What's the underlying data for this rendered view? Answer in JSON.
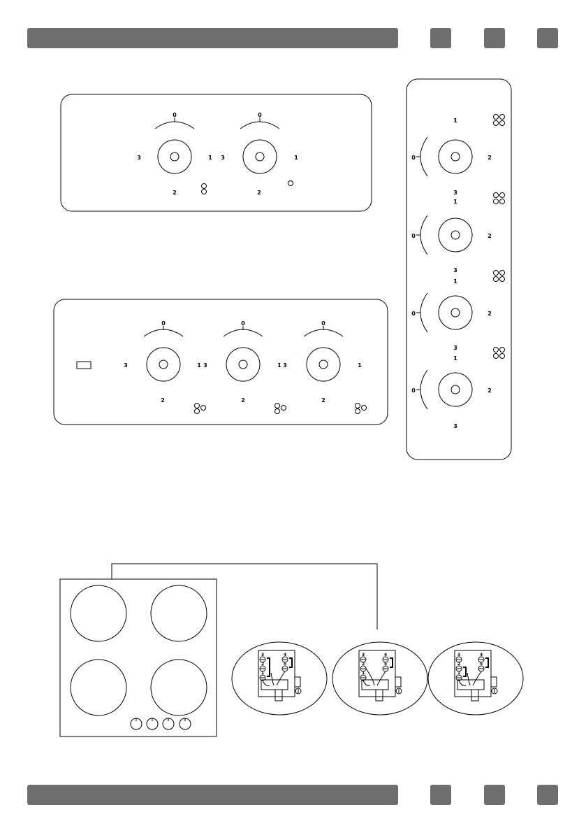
{
  "colors": {
    "bar": "#6e6e6e",
    "line": "#000000",
    "background": "#ffffff"
  },
  "panel_two_knobs": {
    "knobs": [
      {
        "top": "0",
        "left": "3",
        "right": "1",
        "bottom": "2"
      },
      {
        "top": "0",
        "left": "3",
        "right": "1",
        "bottom": "2"
      }
    ]
  },
  "panel_three_knobs": {
    "knobs": [
      {
        "top": "0",
        "left": "3",
        "right": "1",
        "bottom": "2"
      },
      {
        "top": "0",
        "left": "3",
        "right": "1",
        "bottom": "2"
      },
      {
        "top": "0",
        "left": "3",
        "right": "1",
        "bottom": "2"
      }
    ]
  },
  "panel_vertical": {
    "knobs": [
      {
        "top": "1",
        "left": "0",
        "right": "2",
        "bottom": "3"
      },
      {
        "top": "1",
        "left": "0",
        "right": "2",
        "bottom": "3"
      },
      {
        "top": "1",
        "left": "0",
        "right": "2",
        "bottom": "3"
      },
      {
        "top": "1",
        "left": "0",
        "right": "2",
        "bottom": "3"
      }
    ]
  },
  "terminal_blocks": [
    {
      "terminals": [
        "3",
        "4",
        "2",
        "5",
        "1"
      ]
    },
    {
      "terminals": [
        "3",
        "4",
        "2",
        "5",
        "1"
      ]
    },
    {
      "terminals": [
        "3",
        "4",
        "2",
        "5",
        "1"
      ]
    }
  ]
}
